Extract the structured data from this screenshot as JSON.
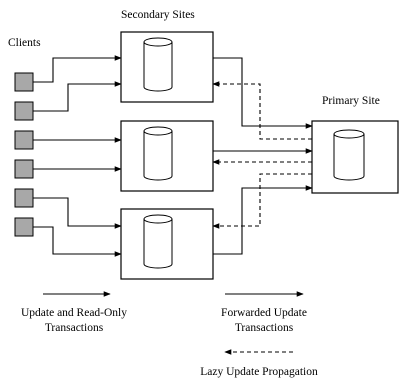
{
  "labels": {
    "secondary_sites": "Secondary Sites",
    "clients": "Clients",
    "primary_site": "Primary Site"
  },
  "legend": {
    "update_readonly_line1": "Update and Read-Only",
    "update_readonly_line2": "Transactions",
    "forwarded_line1": "Forwarded Update",
    "forwarded_line2": "Transactions",
    "lazy": "Lazy Update Propagation"
  },
  "colors": {
    "client_fill": "#a8a8a8",
    "line": "#000000",
    "background": "#ffffff"
  }
}
